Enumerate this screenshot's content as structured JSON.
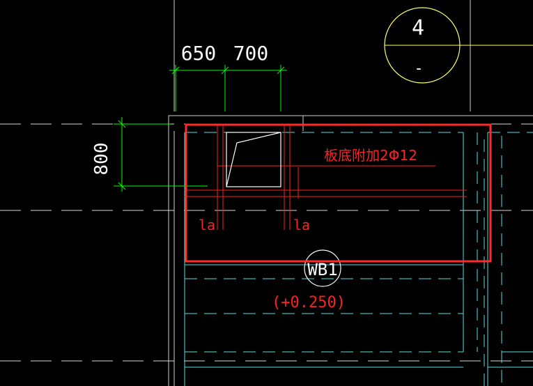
{
  "drawing": {
    "dims": {
      "top_left": "650",
      "top_right": "700",
      "left_vertical": "800"
    },
    "rebar_note": "板底附加2Φ12",
    "anchor_left": "la",
    "anchor_right": "la",
    "slab_tag": "WB1",
    "slab_elevation": "(+0.250)",
    "axis_number": "4",
    "axis_sub": "-"
  },
  "colors": {
    "background": "#000000",
    "dimension": "#00ff00",
    "wall": "#ffffff",
    "annotation_red": "#ff0000",
    "highlight_box": "#ff2a2a",
    "axis_circle": "#ffff66",
    "grid_cyan": "#55e0e0",
    "center_line": "#d9d9d9"
  }
}
